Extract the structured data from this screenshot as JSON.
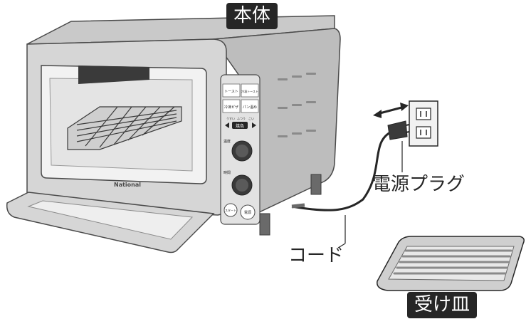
{
  "labels": {
    "body": "本体",
    "plug": "電源プラグ",
    "cord": "コード",
    "tray": "受け皿"
  },
  "panel": {
    "btn_toast": "トースト",
    "btn_frozen": "冷凍トースト",
    "btn_pizza": "冷凍ピザ",
    "btn_bread": "パン温め",
    "mode_light": "うすい",
    "mode_std": "ふつう",
    "mode_dark": "こい",
    "btn_bake": "焼色",
    "dial_temp": "温度",
    "dial_time": "時間",
    "btn_start": "スタート",
    "btn_off": "電源"
  },
  "brand": "National",
  "colors": {
    "body": "#d6d6d6",
    "dark": "#262626",
    "outline": "#4a4a4a"
  }
}
